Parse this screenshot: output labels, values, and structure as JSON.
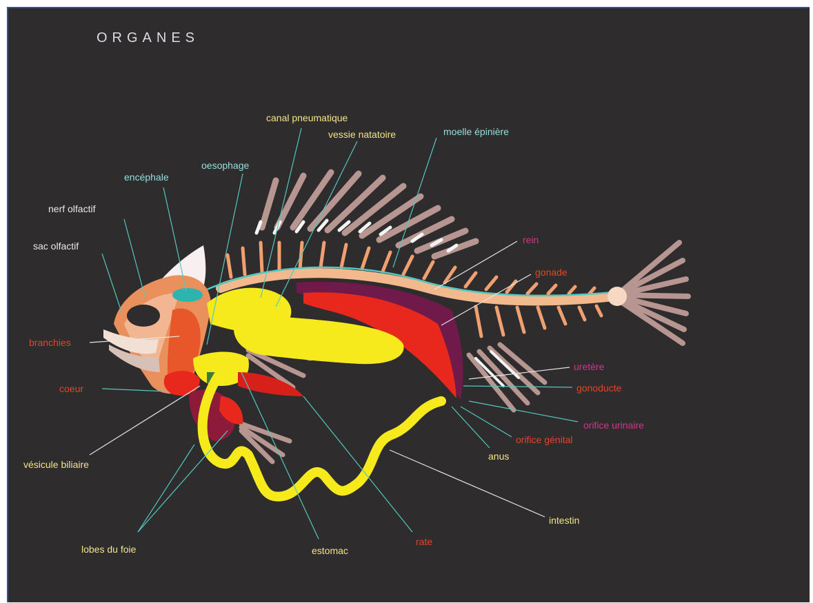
{
  "title": "ORGANES",
  "colors": {
    "background": "#2f2c2d",
    "label_yellow": "#f2e58a",
    "label_cyan": "#8fe0dc",
    "label_red": "#e2452c",
    "label_magenta": "#d0358c",
    "label_white": "#e8e8e8",
    "leader_line_cyan": "#52c9c0",
    "leader_line_white": "#e6e6e6"
  },
  "labels": {
    "canal_pneumatique": "canal pneumatique",
    "vessie_natatoire": "vessie natatoire",
    "moelle_epiniere": "moelle épinière",
    "oesophage": "oesophage",
    "encephale": "encéphale",
    "nerf_olfactif": "nerf olfactif",
    "sac_olfactif": "sac olfactif",
    "branchies": "branchies",
    "coeur": "coeur",
    "vesicule_biliaire": "vésicule biliaire",
    "lobes_du_foie": "lobes du foie",
    "estomac": "estomac",
    "rate": "rate",
    "intestin": "intestin",
    "anus": "anus",
    "orifice_genital": "orifice génital",
    "orifice_urinaire": "orifice urinaire",
    "gonoducte": "gonoducte",
    "uretere": "uretère",
    "gonade": "gonade",
    "rein": "rein"
  }
}
